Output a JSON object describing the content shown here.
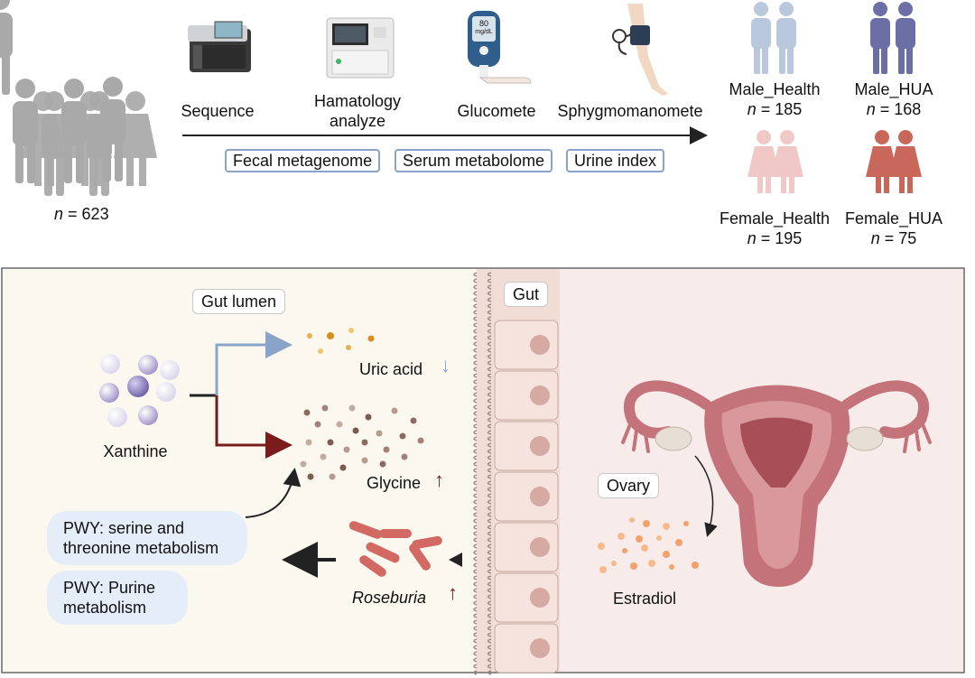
{
  "top": {
    "cohort": {
      "n_label": "n",
      "n_value": "= 623"
    },
    "instruments": [
      {
        "label": "Sequence",
        "icon": "sequencer-icon"
      },
      {
        "label": "Hamatology\nanalyze",
        "icon": "hematology-analyzer-icon"
      },
      {
        "label": "Glucomete",
        "icon": "glucometer-icon"
      },
      {
        "label": "Sphygmomanomete",
        "icon": "blood-pressure-cuff-icon"
      }
    ],
    "glucometer_screen": {
      "value": "80",
      "unit": "mg/dL"
    },
    "tags": [
      "Fecal metagenome",
      "Serum metabolome",
      "Urine index"
    ],
    "groups": [
      {
        "name": "Male_Health",
        "n_label": "n",
        "n_value": "= 185",
        "color": "#b9c8dc"
      },
      {
        "name": "Male_HUA",
        "n_label": "n",
        "n_value": "= 168",
        "color": "#6b6fa6"
      },
      {
        "name": "Female_Health",
        "n_label": "n",
        "n_value": "= 195",
        "color": "#f0c9c6"
      },
      {
        "name": "Female_HUA",
        "n_label": "n",
        "n_value": "= 75",
        "color": "#c9675a"
      }
    ]
  },
  "bottom": {
    "gut_lumen_label": "Gut lumen",
    "gut_label": "Gut",
    "ovary_label": "Ovary",
    "xanthine_label": "Xanthine",
    "uric_acid_label": "Uric acid",
    "uric_acid_arrow": "↓",
    "glycine_label": "Glycine",
    "glycine_arrow": "↑",
    "roseburia_label": "Roseburia",
    "roseburia_arrow": "↑",
    "estradiol_label": "Estradiol",
    "pathways": [
      "PWY: serine and\nthreonine metabolism",
      "PWY: Purine\nmetabolism"
    ],
    "colors": {
      "lumen_bg": "#fbf9ef",
      "tissue_bg": "#f8ecea",
      "down": "#8aa3c9",
      "up": "#7a1c1c",
      "bacteria": "#d26a63"
    }
  }
}
